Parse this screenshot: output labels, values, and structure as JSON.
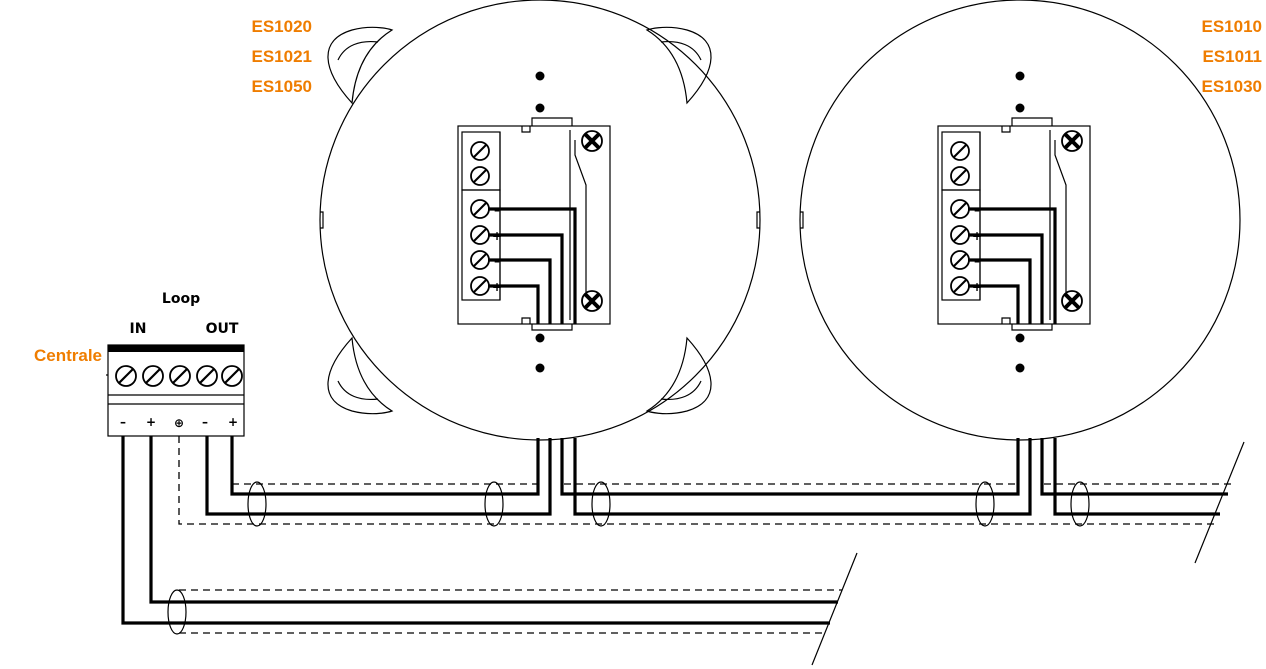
{
  "panel": {
    "name": "Centrale",
    "title": "Loop",
    "in_label": "IN",
    "out_label": "OUT",
    "terminal_labels": [
      "–",
      "+",
      "⊕",
      "–",
      "+"
    ]
  },
  "detector_left": {
    "models": [
      "ES1020",
      "ES1021",
      "ES1050"
    ],
    "terminal_polarity": [
      "–",
      "+",
      "–",
      "+"
    ]
  },
  "detector_right": {
    "models": [
      "ES1010",
      "ES1011",
      "ES1030"
    ],
    "terminal_polarity": [
      "–",
      "+",
      "–",
      "+"
    ]
  },
  "icons": {
    "screw": "screw-terminal-icon",
    "mount": "mounting-screw-icon",
    "ground": "ground-symbol-icon"
  }
}
